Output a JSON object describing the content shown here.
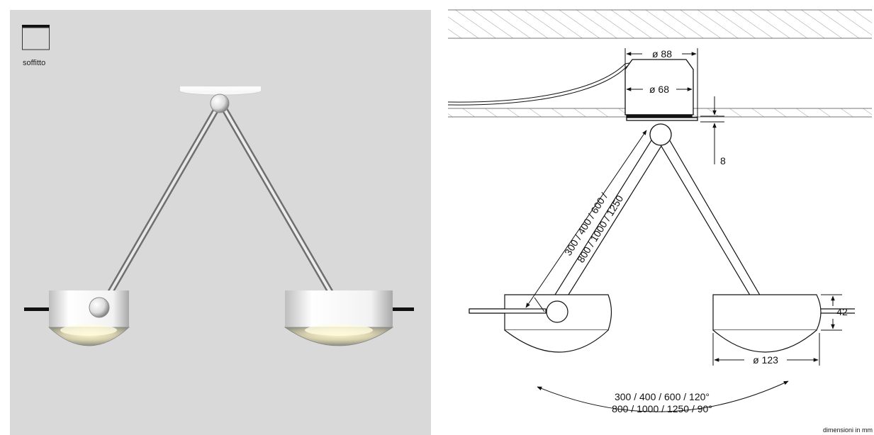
{
  "photo": {
    "mount_type_label": "soffitto",
    "mount_icon": "ceiling-mount-icon"
  },
  "drawing": {
    "dim_outer_diameter": "ø 88",
    "dim_inner_diameter": "ø 68",
    "dim_plate_thickness": "8",
    "arm_lengths_line1": "300 / 400 / 600 /",
    "arm_lengths_line2": "800 / 1000 / 1250",
    "dim_head_height": "42",
    "dim_head_diameter": "ø 123",
    "rotation_line1": "300 / 400 / 600 / 120°",
    "rotation_line2": "800 / 1000 / 1250 / 90°",
    "units_note": "dimensioni in mm"
  },
  "colors": {
    "photo_background": "#d9d9d9",
    "line": "#111111"
  }
}
